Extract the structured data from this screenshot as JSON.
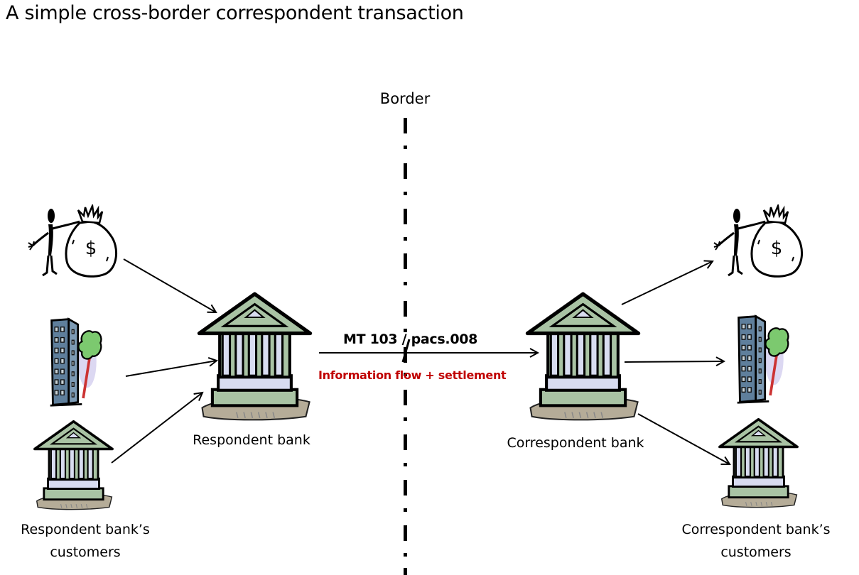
{
  "title": "A simple cross-border correspondent transaction",
  "border": {
    "label": "Border"
  },
  "message": {
    "label": "MT 103 / pacs.008",
    "flow_label": "Information flow + settlement",
    "flow_color": "#c00000"
  },
  "nodes": {
    "respondent_bank": {
      "label": "Respondent bank",
      "icon": "bank-icon"
    },
    "correspondent_bank": {
      "label": "Correspondent bank",
      "icon": "bank-icon"
    },
    "respondent_customers": {
      "label_line1": "Respondent bank’s",
      "label_line2": "customers",
      "icons": [
        "person-money-bag-icon",
        "office-building-icon",
        "bank-icon"
      ]
    },
    "correspondent_customers": {
      "label_line1": "Correspondent bank’s",
      "label_line2": "customers",
      "icons": [
        "person-money-bag-icon",
        "office-building-icon",
        "bank-icon"
      ]
    }
  },
  "colors": {
    "bank_green": "#a9c3a4",
    "bank_column": "#d8dcf0",
    "bank_ground": "#b5ac98",
    "building_blue": "#5f7f9c",
    "tree_green": "#7cc96f",
    "tree_trunk": "#cc3333"
  }
}
